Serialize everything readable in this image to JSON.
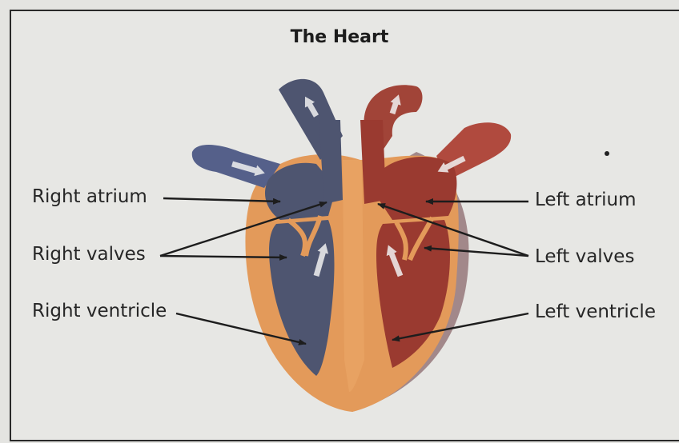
{
  "title": "The Heart",
  "labels": {
    "right_atrium": "Right atrium",
    "right_valves": "Right valves",
    "right_ventricle": "Right ventricle",
    "left_atrium": "Left atrium",
    "left_valves": "Left valves",
    "left_ventricle": "Left ventricle"
  },
  "colors": {
    "deoxygenated": "#4e5570",
    "oxygenated": "#9a3a30",
    "tissue": "#e39a5a",
    "background": "#e7e7e4"
  }
}
